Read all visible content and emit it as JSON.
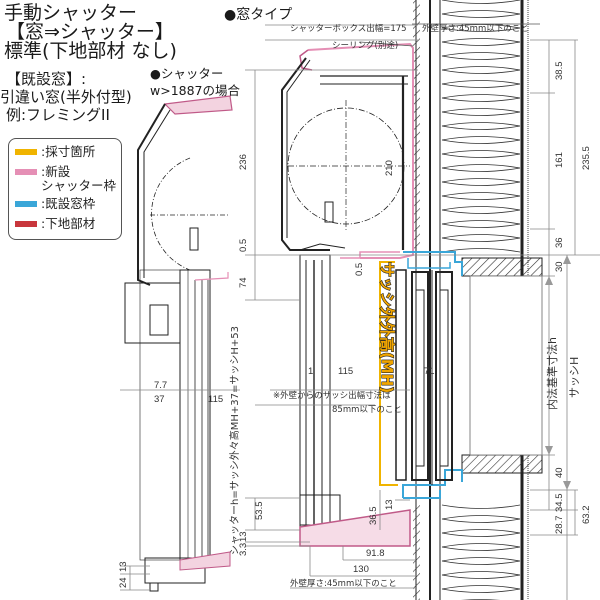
{
  "header": {
    "title_line1": "手動シャッター",
    "title_line2": "【窓⇒シャッター】",
    "title_line3": "標準(下地部材 なし)",
    "existing_label": "【既設窓】:",
    "existing_type": "引違い窓(半外付型)",
    "existing_example": "例:フレミングII"
  },
  "section_labels": {
    "window_type": "●窓タイプ",
    "shutter_case": "●シャッター",
    "shutter_condition": "w>1887の場合"
  },
  "legend": {
    "items": [
      {
        "label": ":採寸箇所",
        "color": "#f0b400"
      },
      {
        "label": ":新設\nシャッター枠",
        "color": "#e58fb5"
      },
      {
        "label": ":既設窓枠",
        "color": "#3aa6d8"
      },
      {
        "label": ":下地部材",
        "color": "#c8363c"
      }
    ]
  },
  "annotations": {
    "box_width": "シャッターボックス出幅=175",
    "sealing": "シーリング(別途)",
    "wall_thickness_top": "外壁厚さ:45mm以下のこと",
    "wall_thickness_bottom": "外壁厚さ:45mm以下のこと",
    "sash_projection_line1": "※外壁からのサッシ出幅寸法は",
    "sash_projection_line2": "85mm以下のこと",
    "shutter_height_formula": "シャッターh=サッシ外々高MH+37=サッシH+53",
    "sash_outer_height": "サッシ外外高(MH)",
    "inner_std_height": "内法基準寸法h",
    "sash_H": "サッシH"
  },
  "dimensions": {
    "d_236": "236",
    "d_0_5_left": "0.5",
    "d_74": "74",
    "d_0_5_mid": "0.5",
    "d_210": "210",
    "d_38_5": "38.5",
    "d_161": "161",
    "d_235_5": "235.5",
    "d_36": "36",
    "d_30": "30",
    "d_40": "40",
    "d_34_5": "34.5",
    "d_28_7": "28.7",
    "d_63_2": "63.2",
    "d_7_7": "7.7",
    "d_37": "37",
    "d_115_left": "115",
    "d_1": "1",
    "d_115_mid": "115",
    "d_71": "71",
    "d_53_5": "53.5",
    "d_13_left": "13",
    "d_3_3": "3.3",
    "d_36_5": "36.5",
    "d_13_mid": "13",
    "d_91_8": "91.8",
    "d_130": "130",
    "d_24": "24",
    "d_13_far": "13"
  }
}
